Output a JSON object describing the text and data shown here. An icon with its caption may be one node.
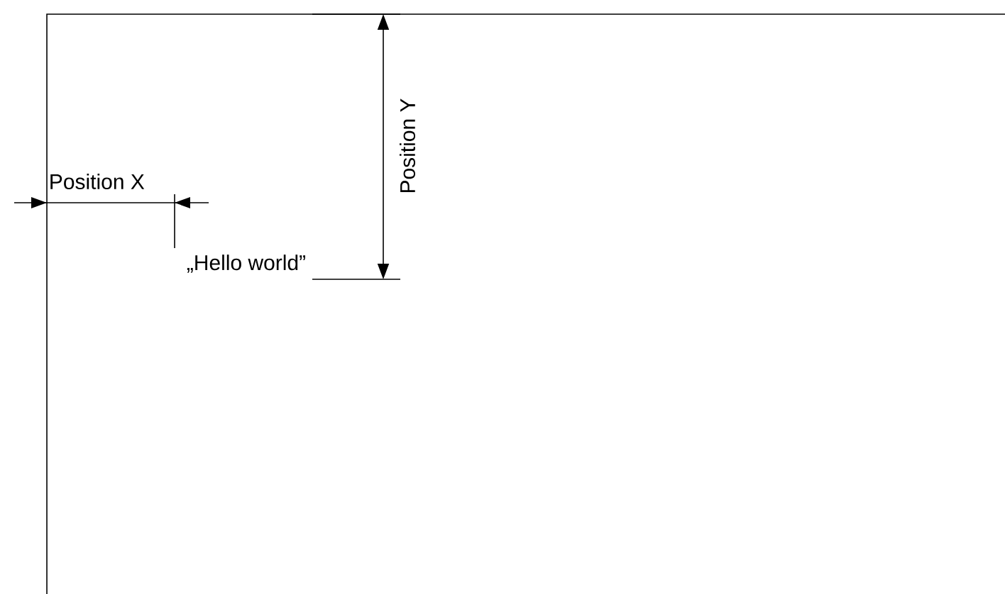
{
  "diagram": {
    "labels": [
      "Position X",
      "Position Y",
      "„Hello world”"
    ]
  }
}
